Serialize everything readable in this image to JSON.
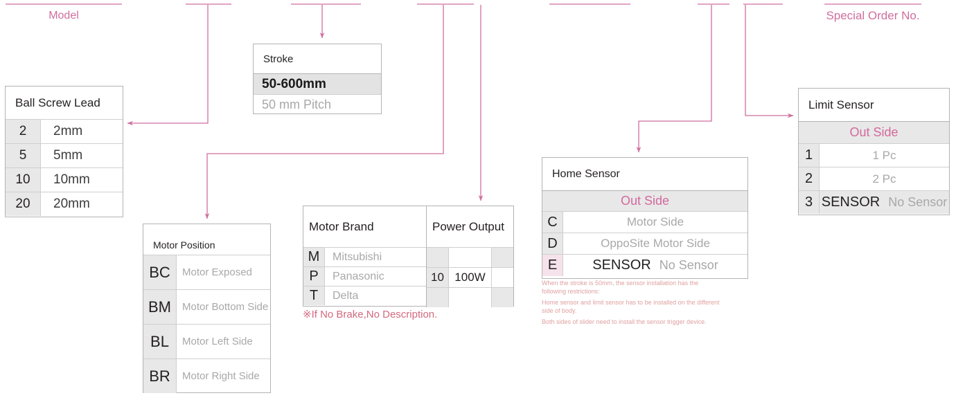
{
  "diagram": {
    "model_label": "Model",
    "special_order_label": "Special Order No."
  },
  "ball_screw_lead": {
    "title": "Ball Screw Lead",
    "rows": [
      {
        "code": "2",
        "desc": "2mm"
      },
      {
        "code": "5",
        "desc": "5mm"
      },
      {
        "code": "10",
        "desc": "10mm"
      },
      {
        "code": "20",
        "desc": "20mm"
      }
    ]
  },
  "stroke": {
    "title": "Stroke",
    "range": "50-600mm",
    "pitch": "50 mm Pitch"
  },
  "motor_position": {
    "title": "Motor Position",
    "rows": [
      {
        "code": "BC",
        "desc": "Motor Exposed"
      },
      {
        "code": "BM",
        "desc": "Motor Bottom Side"
      },
      {
        "code": "BL",
        "desc": "Motor Left Side"
      },
      {
        "code": "BR",
        "desc": "Motor Right Side"
      }
    ]
  },
  "motor_brand": {
    "title": "Motor Brand",
    "power_title": "Power Output",
    "rows": [
      {
        "code": "M",
        "desc": "Mitsubishi"
      },
      {
        "code": "P",
        "desc": "Panasonic"
      },
      {
        "code": "T",
        "desc": "Delta"
      }
    ],
    "power_rows": [
      {
        "code": "",
        "value": "",
        "extra": ""
      },
      {
        "code": "10",
        "value": "100W",
        "extra": ""
      },
      {
        "code": "",
        "value": "",
        "extra": ""
      }
    ],
    "brake_note": "※If No Brake,No Description."
  },
  "home_sensor": {
    "title": "Home Sensor",
    "band": "Out Side",
    "rows": [
      {
        "code": "C",
        "desc": "Motor Side"
      },
      {
        "code": "D",
        "desc": "OppoSite Motor Side"
      }
    ],
    "e_row": {
      "code": "E",
      "sensor_label": "SENSOR",
      "no_sensor_label": "No Sensor"
    },
    "notes": [
      "When the stroke is 50mm, the sensor installation has the following restrictions:",
      "Home sensor and limit sensor has to be installed on the different side of body.",
      "Both sides of slider need to install the sensor trigger device."
    ]
  },
  "limit_sensor": {
    "title": "Limit Sensor",
    "band": "Out Side",
    "rows": [
      {
        "code": "1",
        "desc": "1 Pc"
      },
      {
        "code": "2",
        "desc": "2 Pc"
      }
    ],
    "last_row": {
      "code": "3",
      "sensor_label": "SENSOR",
      "no_sensor_label": "No Sensor"
    }
  },
  "colors": {
    "wire": "#cf6e9e",
    "accent_pink": "#cf6e9e",
    "note_red": "#d2697e",
    "cell_gray": "#e8e8e8",
    "pink_cell": "#f6e2ea",
    "muted_text": "#a8a8a8"
  }
}
